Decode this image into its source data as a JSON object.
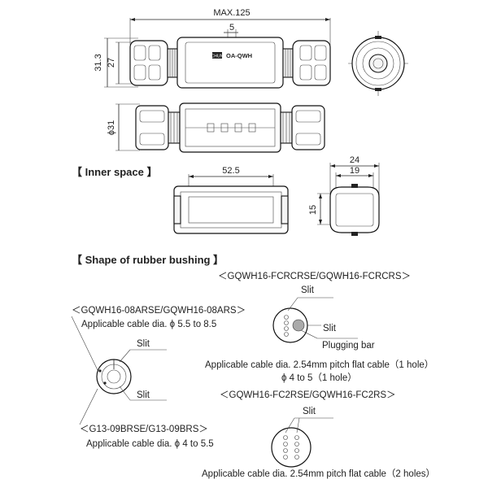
{
  "dimensions": {
    "max_length": "MAX.125",
    "slot_width": "5",
    "height_total": "31.3",
    "height_body": "27",
    "diameter": "ϕ31",
    "inner_length": "52.5",
    "inner_width_outer": "24",
    "inner_width_inner": "19",
    "inner_height": "15"
  },
  "product_label": {
    "logo": "CHUN",
    "model": "OA-QWH"
  },
  "sections": {
    "inner_space": "【 Inner space 】",
    "rubber_bushing": "【 Shape of rubber bushing 】"
  },
  "bushing_round": {
    "model_top": "＜GQWH16-08ARSE/GQWH16-08ARS＞",
    "cable_top": "Applicable cable dia. ϕ  5.5 to 8.5",
    "slit_label_1": "Slit",
    "slit_label_2": "Slit",
    "model_bottom": "＜G13-09BRSE/G13-09BRS＞",
    "cable_bottom": "Applicable cable dia. ϕ  4 to 5.5"
  },
  "bushing_flat_1": {
    "model": "＜GQWH16-FCRCRSE/GQWH16-FCRCRS＞",
    "slit_label_1": "Slit",
    "slit_label_2": "Slit",
    "plug_label": "Plugging bar",
    "cable_line1": "Applicable cable dia. 2.54mm pitch flat cable（1 hole）",
    "cable_line2": "ϕ 4 to 5（1 hole）"
  },
  "bushing_flat_2": {
    "model": "＜GQWH16-FC2RSE/GQWH16-FC2RS＞",
    "slit_label": "Slit",
    "cable_line1": "Applicable cable dia. 2.54mm pitch flat cable（2 holes）"
  }
}
